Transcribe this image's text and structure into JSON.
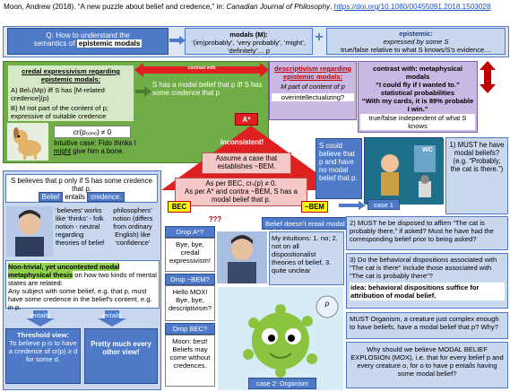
{
  "citation": {
    "authors": "Moon, Andrew (2018). “A new puzzle about belief and credence,” in: ",
    "journal": "Canadian Journal of Philosophy",
    "sep": ". ",
    "doi": "https://doi.org/10.1080/00455091.2018.1503028"
  },
  "top": {
    "q_line1": "Q: How to understand the",
    "q_line2": "semantics of",
    "q_term": "epistemic modals",
    "modals_head": "modals (M):",
    "modals_list": "‘(im)probably’, ‘very probably’, ‘might’, ‘definitely’… p",
    "epistemic_head": "epistemic:",
    "epistemic_l2": "expressed by some S",
    "epistemic_l3": "true/false relative to what S knows/S's evidence…"
  },
  "credal": {
    "title": "credal expressivism regarding epistemic modals:",
    "a": "A)  Belₛ(Mp) iff S has [M-related credence](p)",
    "b": "B)  M not part of the content of p; expressive of suitable credence",
    "contrast_with": "contrast with",
    "s_has": "S has a modal belief that p iff S has some credence that p",
    "cr": "cr(p₀ₒₙₑ) ≠ 0",
    "cheo": "Intuitive case: Fido thinks I might give him a bone.",
    "intuitive": "Intuitive case: Fido thinks I",
    "might": "might",
    "give": "give him a bone."
  },
  "descriptivism": {
    "title": "descriptivism regarding epistemic modals:",
    "body": "M part of content of p",
    "over": "overintellectualizing?"
  },
  "metaphys": {
    "head": "contrast with: metaphysical modals",
    "quote": "“I could fly if I wanted to.”",
    "stat": "statistical probabilities",
    "quote2": "“With my cards, it is 89% probable I win.”",
    "tf": "true/false independent of what S knows"
  },
  "puzzle": {
    "astar": "A*",
    "inconsistent": "inconsistent!",
    "assume": "Assume a case that establishes ~BEM.",
    "per_bec": "As per BEC, crₛ(p) ≠ 0.",
    "per_a": "As per A* and contra ~BEM, S has a modal belief that p.",
    "bec": "BEC",
    "nbem": "~BEM",
    "qqq": "???",
    "s_could": "S could believe that p and have no modal belief that p.",
    "belief_doesnt": "Belief doesn’t entail modal belief."
  },
  "belief": {
    "s_believes": "S believes that p only if S has some credence that p.",
    "belief": "Belief",
    "entails": "entails",
    "credence": "credence.",
    "believes_works": "‘believes’ works like ‘thinks’ - folk notion - neutral regarding theories of belief",
    "philosophers": "philosophers’ notion (differs from ordinary English) like ‘confidence’",
    "nontrivial": "Non-trivial, yet uncontested modal metaphysical thesis",
    "nontrivial_rest": " on how two kinds of mental states are related:",
    "any_subject": "Any subject with some belief, e.g. that p, must have some credence in the belief's content, e.g. in p.",
    "entails_l": "entails",
    "entails_r": "entails",
    "threshold_head": "Threshold view:",
    "threshold_body": "To believe p is to have a credence of cr(p) ≥ d for some d.",
    "pretty_much": "Pretty much every other view!"
  },
  "drops": {
    "drop_a": "Drop A*?",
    "drop_a_body": "Bye, bye, credal expressivism!",
    "drop_bem": "Drop ~BEM?",
    "drop_bem_body": "Hello MOX! Bye, bye, descriptivism?",
    "drop_bec": "Drop BEC?",
    "drop_bec_body": "Moon: best! Beliefs may come without credences.",
    "intuitions": "My intuitions: 1. no; 2. not on all dispositionalist theories of belief, 3. quite unclear"
  },
  "cases": {
    "case1": "case 1",
    "case2": "case 2: Organism",
    "must1": "1) MUST he have modal beliefs? (e.g. “Probably, the cat is there.”)",
    "must2": "2) MUST he be disposed to affirm “The cat is probably there,” if asked? Must he have had the corresponding belief prior to being asked?",
    "must3": "3) Do the behavioral dispositions associated with “The cat is there” include those associated with “The cat is probably there”?",
    "idea": "idea: behavioral dispositions suffice for attribution of modal belief.",
    "organism": "MUST Organism, a creature just complex enough to have beliefs, have a modal belief that p? Why?",
    "why": "Why should we believe MODAL BELIEF EXPLOSION (MOX), i.e. that for every belief p and every creature o, for o to have p entails having some modal belief?",
    "p_label": "p",
    "wc": "WC"
  },
  "colors": {
    "blue": "#4f7ac7",
    "green": "#70ad47",
    "purple": "#7a5fb5",
    "red": "#e02020",
    "yellow": "#ffff00"
  }
}
